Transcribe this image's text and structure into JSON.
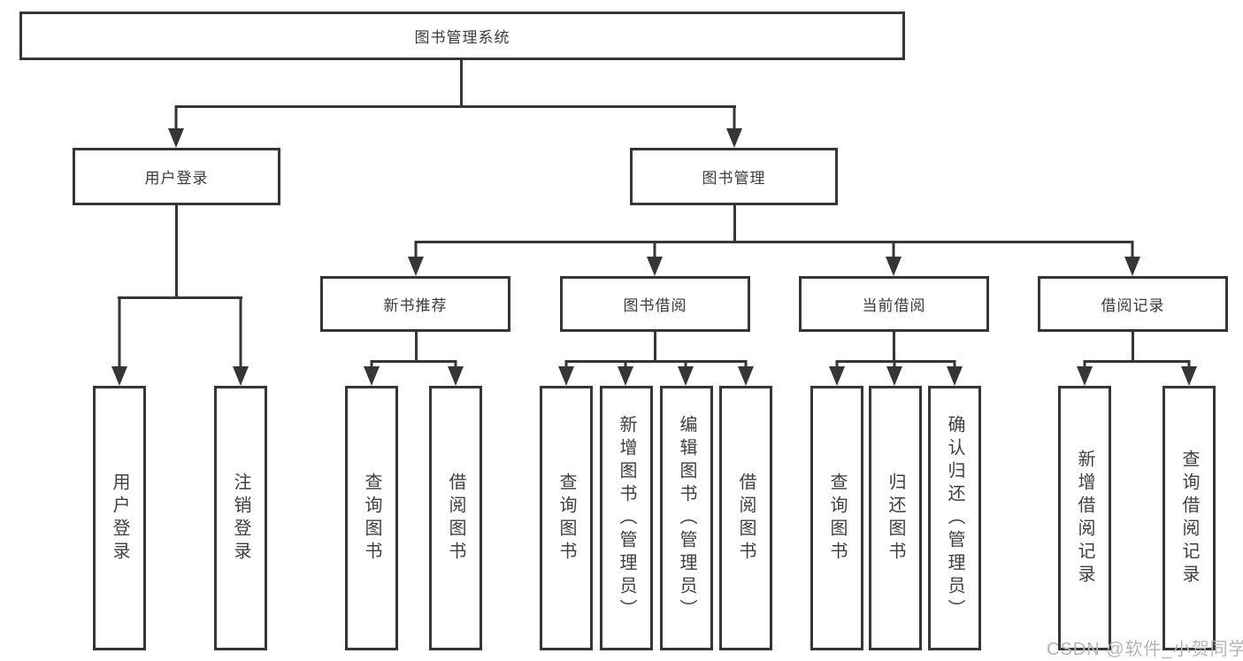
{
  "colors": {
    "line": "#363636",
    "box_text": "#3a3a3a",
    "leaf_text": "#3f3f3f",
    "watermark": "#b5b5b5",
    "background": "#ffffff"
  },
  "watermark": {
    "text": "CSDN @软件_小贺同学"
  },
  "diagram": {
    "type": "hierarchy-tree",
    "root": {
      "label": "图书管理系统"
    },
    "level1": [
      {
        "label": "用户登录",
        "parent": "图书管理系统"
      },
      {
        "label": "图书管理",
        "parent": "图书管理系统"
      }
    ],
    "level2": [
      {
        "label": "新书推荐",
        "parent": "图书管理"
      },
      {
        "label": "图书借阅",
        "parent": "图书管理"
      },
      {
        "label": "当前借阅",
        "parent": "图书管理"
      },
      {
        "label": "借阅记录",
        "parent": "图书管理"
      }
    ],
    "leaves": [
      {
        "label": "用户登录",
        "parent": "用户登录"
      },
      {
        "label": "注销登录",
        "parent": "用户登录"
      },
      {
        "label": "查询图书",
        "parent": "新书推荐"
      },
      {
        "label": "借阅图书",
        "parent": "新书推荐"
      },
      {
        "label": "查询图书",
        "parent": "图书借阅"
      },
      {
        "label": "新增图书（管理员）",
        "parent": "图书借阅"
      },
      {
        "label": "编辑图书（管理员）",
        "parent": "图书借阅"
      },
      {
        "label": "借阅图书",
        "parent": "图书借阅"
      },
      {
        "label": "查询图书",
        "parent": "当前借阅"
      },
      {
        "label": "归还图书",
        "parent": "当前借阅"
      },
      {
        "label": "确认归还（管理员）",
        "parent": "当前借阅"
      },
      {
        "label": "新增借阅记录",
        "parent": "借阅记录"
      },
      {
        "label": "查询借阅记录",
        "parent": "借阅记录"
      }
    ]
  }
}
